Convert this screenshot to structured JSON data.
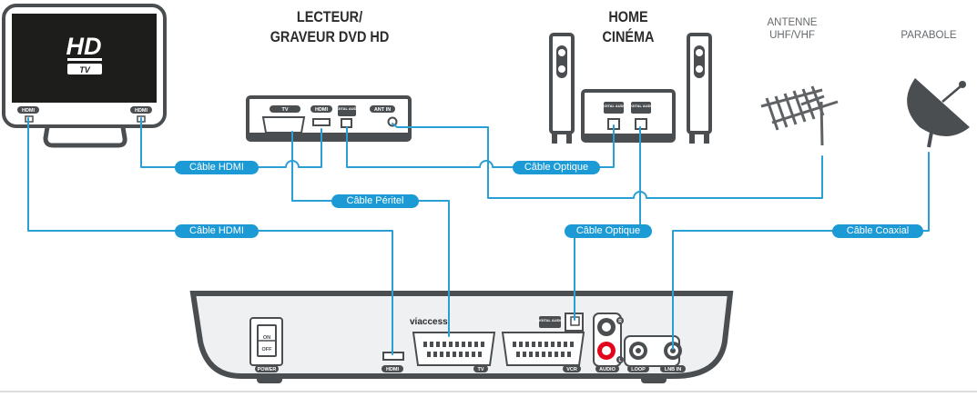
{
  "devices": {
    "tv": {
      "logo": "HD",
      "logo_sub": "TV",
      "port_left": "HDMI",
      "port_right": "HDMI"
    },
    "dvd": {
      "title_line1": "LECTEUR/",
      "title_line2": "GRAVEUR DVD HD",
      "port_tv": "TV",
      "port_hdmi": "HDMI",
      "port_digital": "DIGITAL AUDIO",
      "port_ant": "ANT IN"
    },
    "home_cinema": {
      "title_line1": "HOME",
      "title_line2": "CINÉMA",
      "port_1": "DIGITAL AUDIO",
      "port_2": "DIGITAL AUDIO"
    },
    "antenna": {
      "line1": "ANTENNE",
      "line2": "UHF/VHF"
    },
    "dish": {
      "label": "PARABOLE"
    },
    "decoder": {
      "brand": "viaccess.",
      "power_on": "ON",
      "power_off": "OFF",
      "power_label": "POWER",
      "hdmi_label": "HDMI",
      "tv_label": "TV",
      "vcr_label": "VCR",
      "audio_label": "AUDIO",
      "digital_label": "DIGITAL AUDIO",
      "loop_label": "LOOP",
      "lnb_label": "LNB IN",
      "r_label": "R",
      "l_label": "L"
    }
  },
  "cables": {
    "hdmi_tv_dvd": "Câble HDMI",
    "optique_dvd_hc": "Câble Optique",
    "peritel": "Câble Péritel",
    "hdmi_tv_dec": "Câble HDMI",
    "optique_hc_dec": "Câble Optique",
    "coaxial": "Câble Coaxial"
  },
  "colors": {
    "device": "#4a4e51",
    "cable": "#2a9fd6",
    "label_bg": "#1b9ad6",
    "rca_red": "#e3051b",
    "panel": "#eef0f1"
  }
}
